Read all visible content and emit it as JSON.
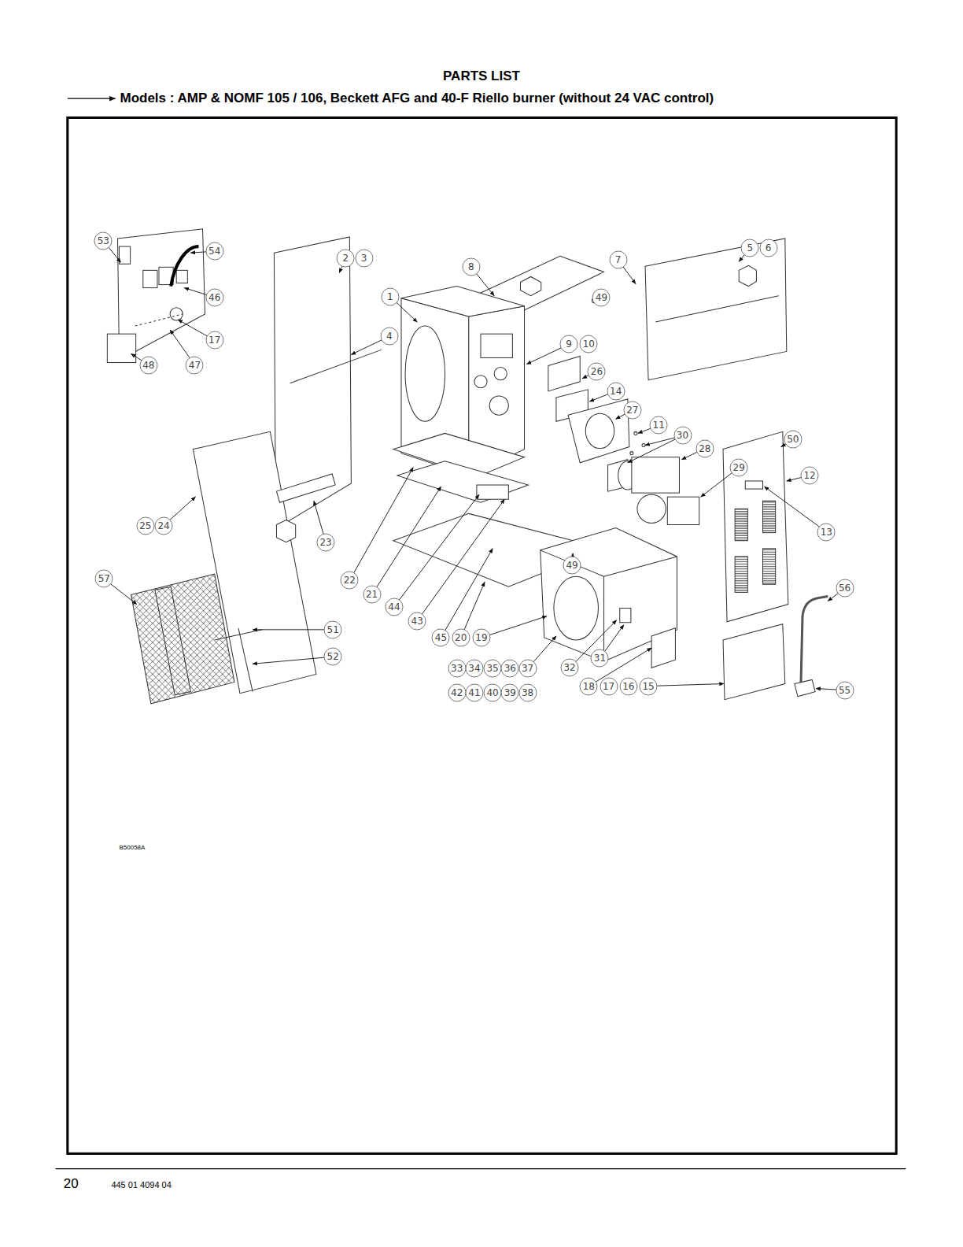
{
  "diagram": {
    "title": "PARTS LIST",
    "labels": [
      "Models : AMP & NOMF 105 / 106, Beckett AFG and 40-F Riello burner (without 24 VAC control)",
      "53",
      "54",
      "46",
      "17",
      "48",
      "47",
      "2",
      "3",
      "8",
      "7",
      "5",
      "6",
      "1",
      "49",
      "4",
      "9",
      "10",
      "26",
      "14",
      "27",
      "11",
      "30",
      "50",
      "28",
      "29",
      "12",
      "25",
      "24",
      "13",
      "23",
      "49",
      "57",
      "22",
      "56",
      "21",
      "44",
      "43",
      "51",
      "45",
      "20",
      "19",
      "52",
      "31",
      "32",
      "33",
      "34",
      "35",
      "36",
      "37",
      "18",
      "17",
      "16",
      "15",
      "55",
      "42",
      "41",
      "40",
      "39",
      "38",
      "B50058A",
      "20",
      "445 01 4094 04"
    ]
  }
}
